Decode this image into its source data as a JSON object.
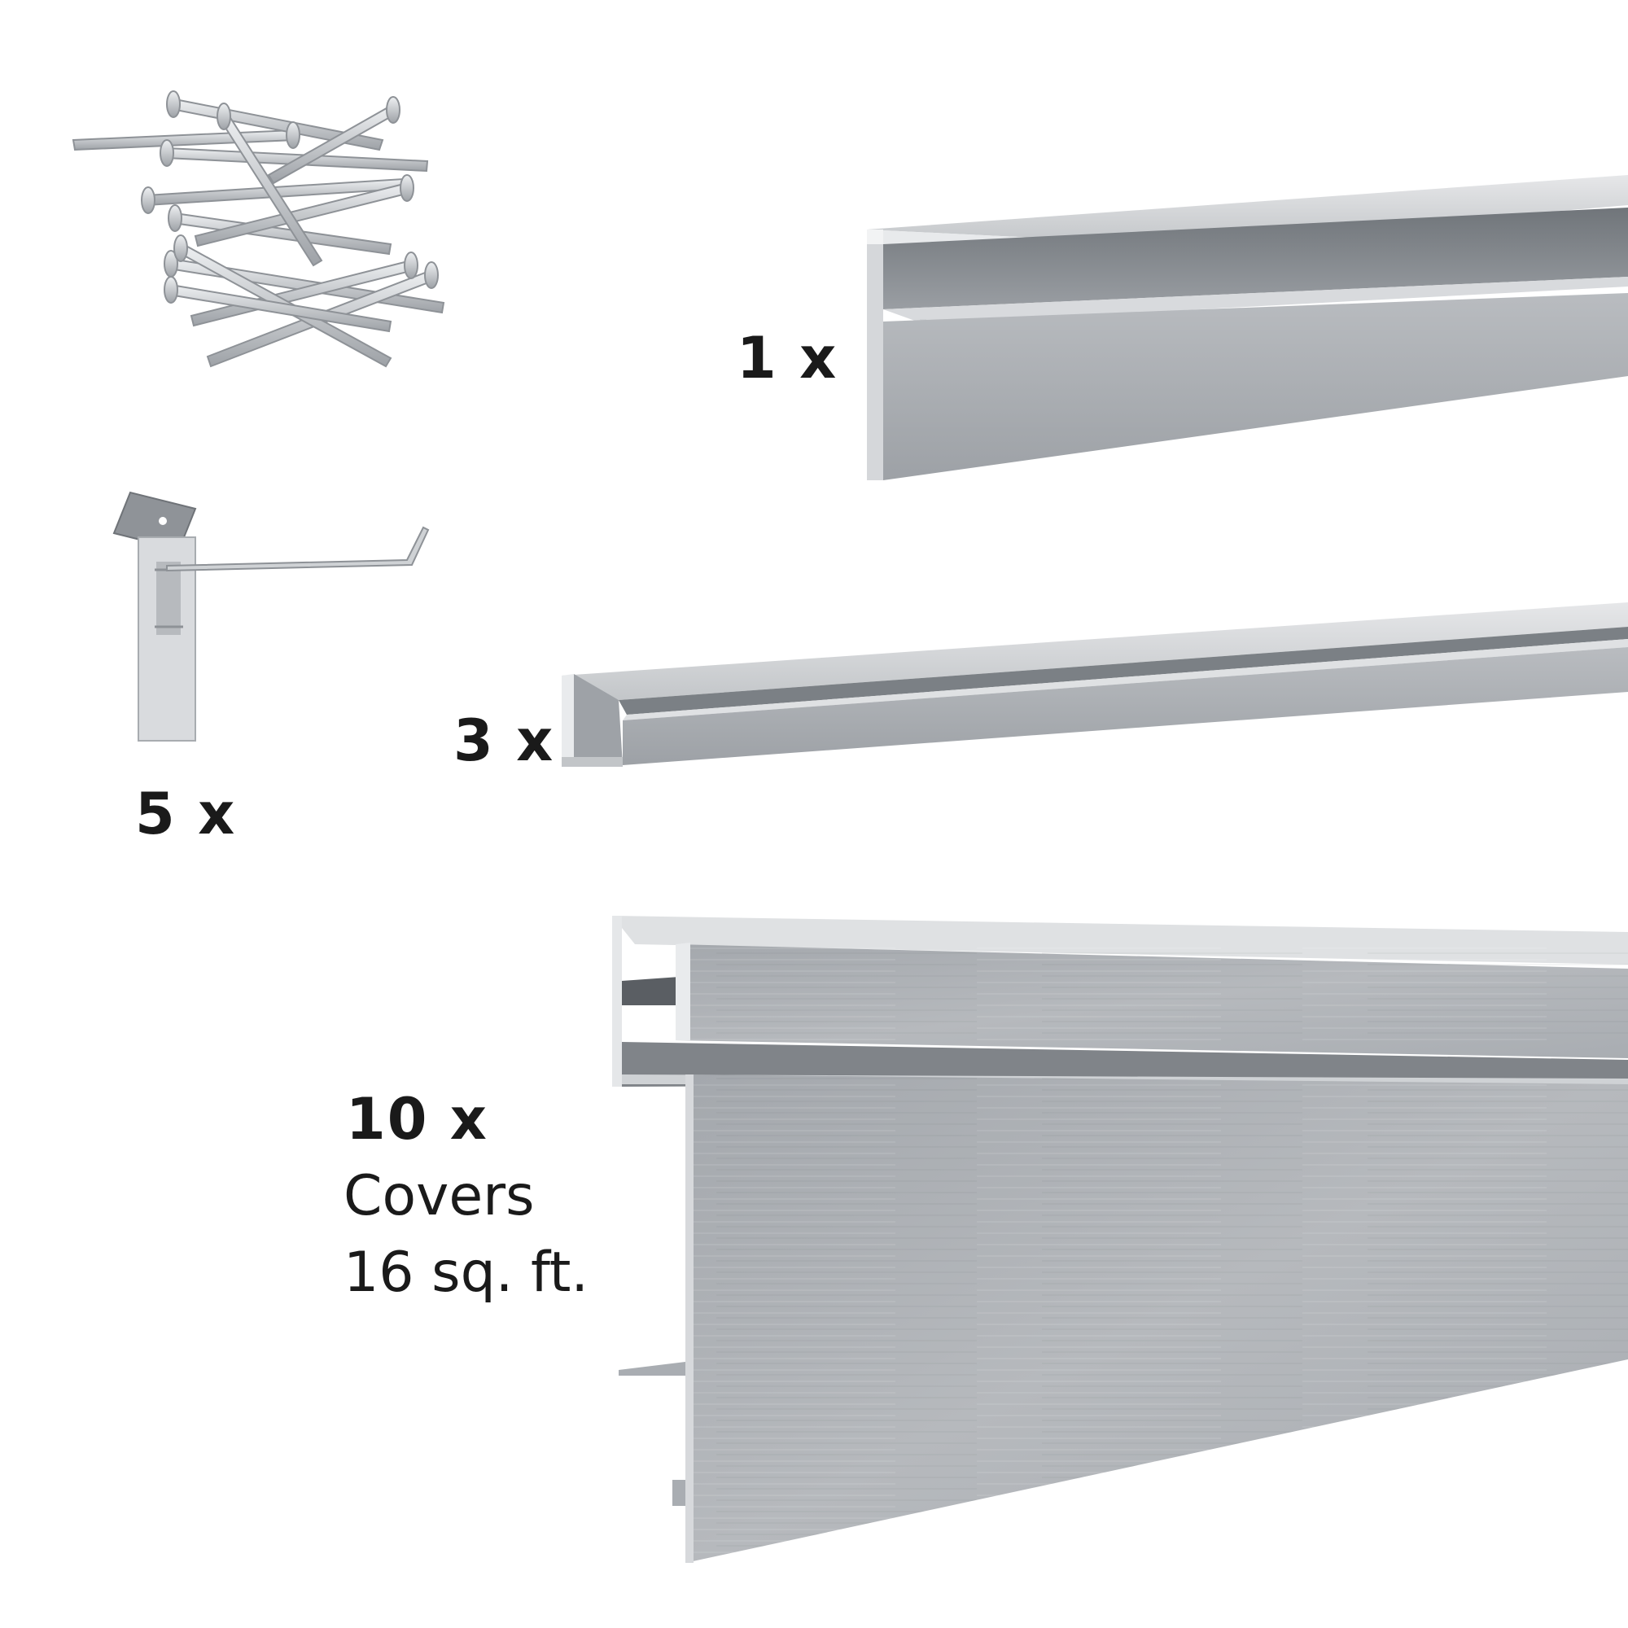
{
  "items": {
    "screws": {
      "icon": "screws-icon"
    },
    "hook": {
      "icon": "hook-icon",
      "qty_label": "5 x"
    },
    "top_trim": {
      "icon": "top-trim-icon",
      "qty_label": "1 x"
    },
    "edge_trim": {
      "icon": "edge-trim-icon",
      "qty_label": "3 x"
    },
    "slatwall_panel": {
      "icon": "slatwall-panel-icon",
      "qty_label": "10 x",
      "coverage_line1": "Covers",
      "coverage_line2": "16 sq. ft."
    }
  },
  "colors": {
    "aluminum_light": "#c9cccf",
    "aluminum_mid": "#a8acb0",
    "aluminum_dark": "#6f7378",
    "text": "#1a1a1a"
  }
}
